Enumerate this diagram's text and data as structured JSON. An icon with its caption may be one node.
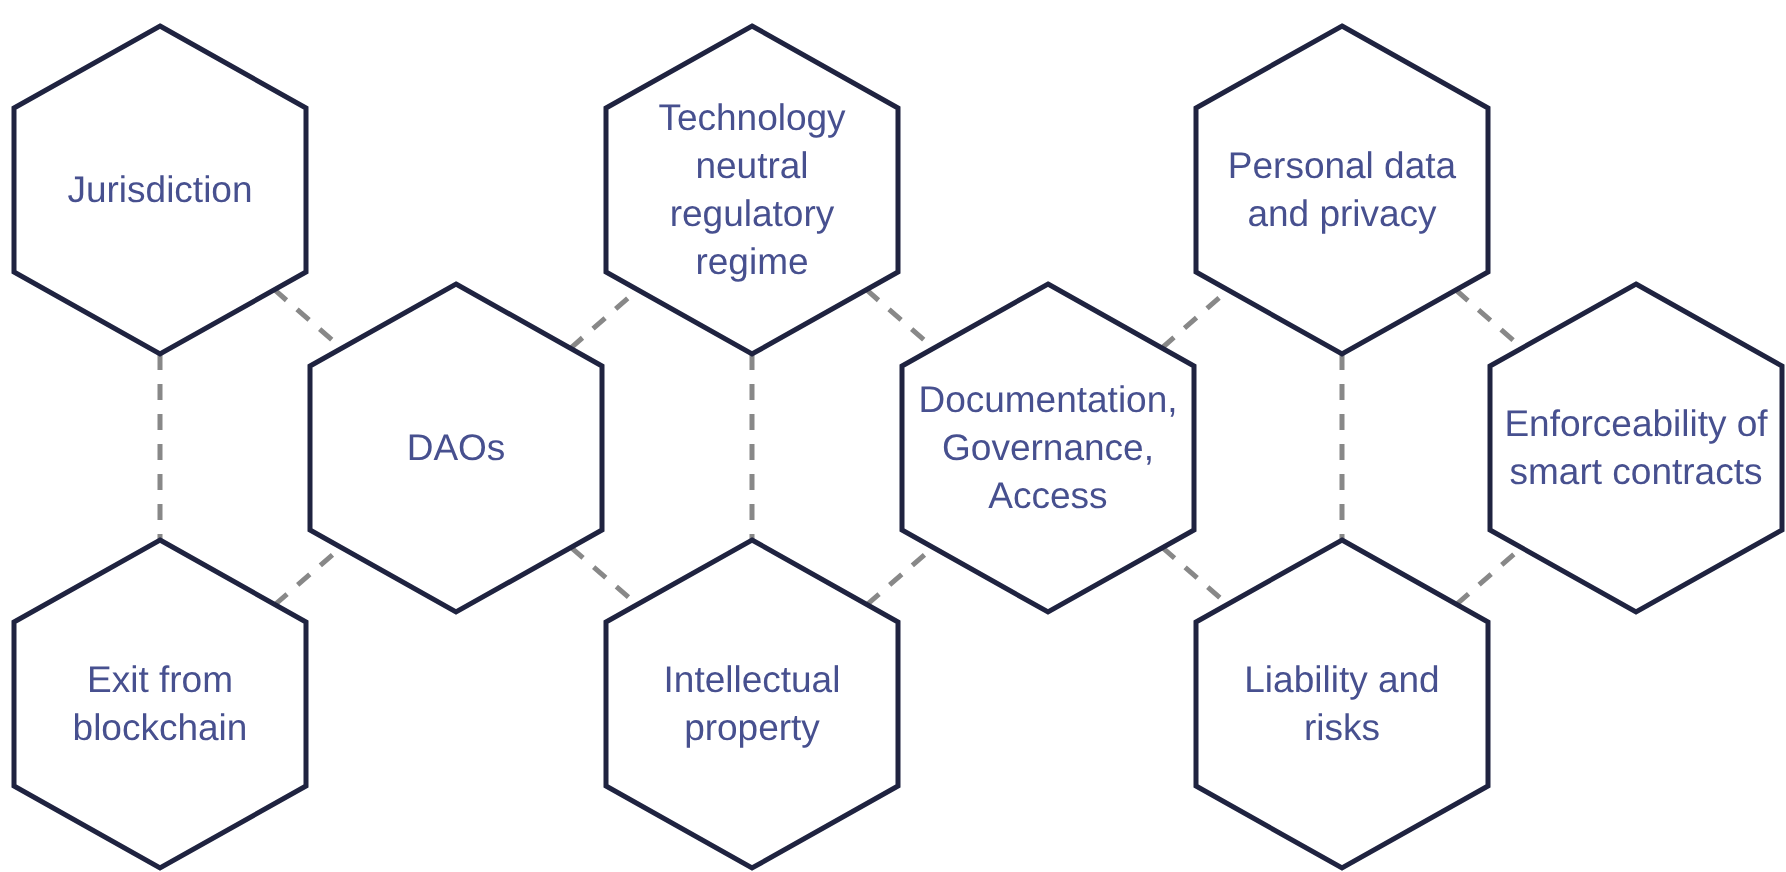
{
  "diagram": {
    "nodes": [
      {
        "text": [
          "Jurisdiction"
        ]
      },
      {
        "text": [
          "Technology neutral regulatory regime"
        ]
      },
      {
        "text": [
          "Personal data and privacy"
        ]
      },
      {
        "text": [
          "DAOs"
        ]
      },
      {
        "text": [
          "Documentation, Governance, Access"
        ]
      },
      {
        "text": [
          "Enforceability of smart contracts"
        ]
      },
      {
        "text": [
          "Exit from blockchain"
        ]
      },
      {
        "text": [
          "Intellectual property"
        ]
      },
      {
        "text": [
          "Liability and risks"
        ]
      }
    ],
    "edges": [
      {
        "from": 0,
        "to": 6,
        "arrow": "none",
        "style": "dashed"
      },
      {
        "from": 0,
        "to": 3,
        "arrow": "none",
        "style": "dashed"
      },
      {
        "from": 6,
        "to": 3,
        "arrow": "none",
        "style": "dashed"
      },
      {
        "from": 3,
        "to": 1,
        "arrow": "none",
        "style": "dashed"
      },
      {
        "from": 3,
        "to": 7,
        "arrow": "none",
        "style": "dashed"
      },
      {
        "from": 1,
        "to": 7,
        "arrow": "none",
        "style": "dashed"
      },
      {
        "from": 1,
        "to": 4,
        "arrow": "none",
        "style": "dashed"
      },
      {
        "from": 7,
        "to": 4,
        "arrow": "none",
        "style": "dashed"
      },
      {
        "from": 4,
        "to": 2,
        "arrow": "none",
        "style": "dashed"
      },
      {
        "from": 4,
        "to": 8,
        "arrow": "none",
        "style": "dashed"
      },
      {
        "from": 2,
        "to": 8,
        "arrow": "none",
        "style": "dashed"
      },
      {
        "from": 2,
        "to": 5,
        "arrow": "none",
        "style": "dashed"
      },
      {
        "from": 8,
        "to": 5,
        "arrow": "none",
        "style": "dashed"
      }
    ]
  }
}
